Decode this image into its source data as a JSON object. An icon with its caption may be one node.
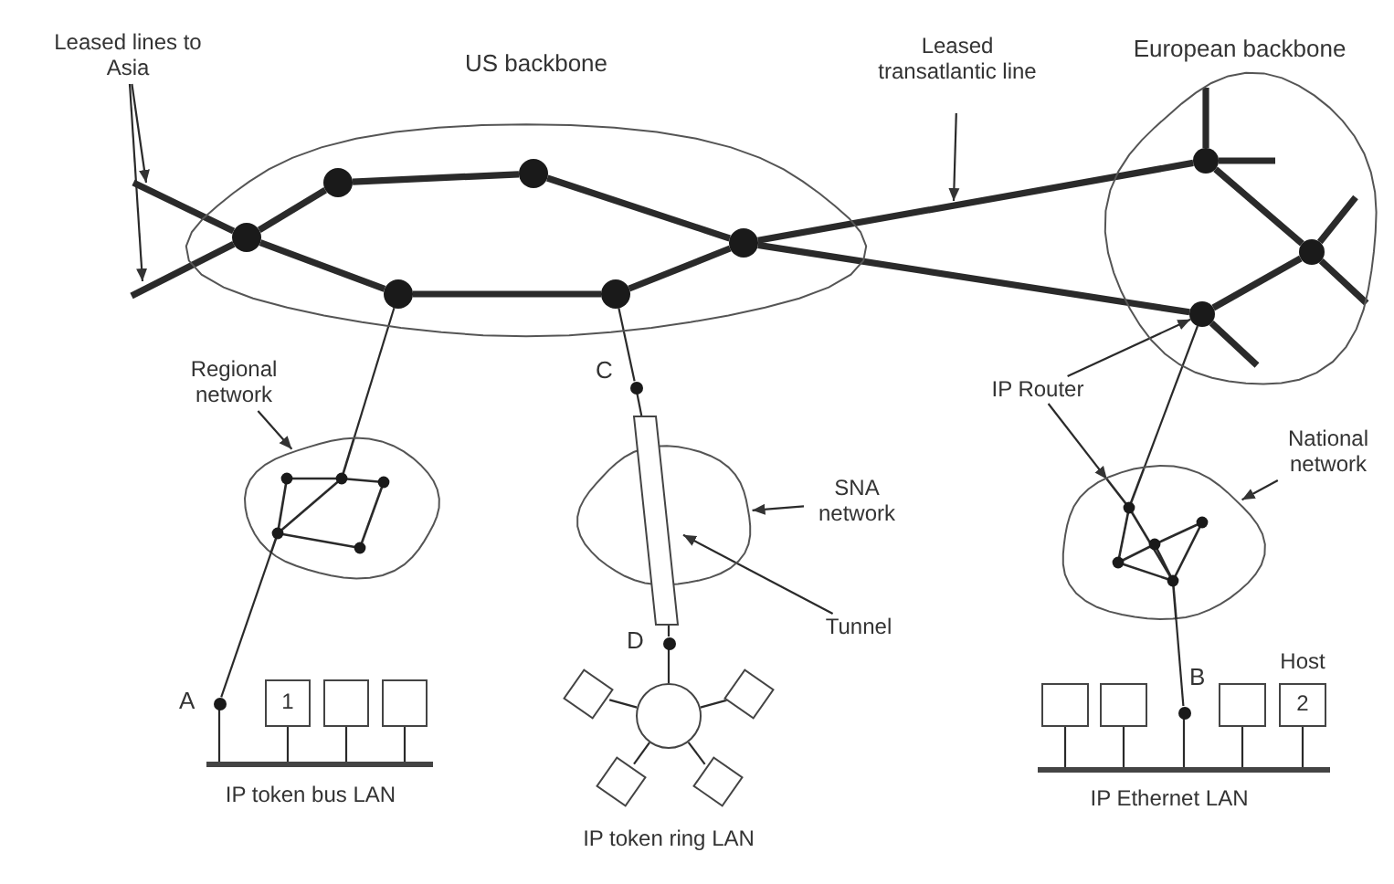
{
  "diagram": {
    "nodes": [
      {
        "text": [
          "US backbone"
        ]
      },
      {
        "text": [],
        "shape": "circle",
        "in": 0
      },
      {
        "text": [],
        "shape": "circle",
        "in": 0
      },
      {
        "text": [],
        "shape": "circle",
        "in": 0
      },
      {
        "text": [],
        "shape": "circle",
        "in": 0
      },
      {
        "text": [],
        "shape": "circle",
        "in": 0
      },
      {
        "text": [],
        "shape": "circle",
        "in": 0
      },
      {
        "text": [
          "European backbone"
        ]
      },
      {
        "text": [],
        "shape": "circle",
        "in": 7
      },
      {
        "text": [],
        "shape": "circle",
        "in": 7
      },
      {
        "text": [],
        "shape": "circle",
        "in": 7
      },
      {
        "text": [
          "Leased lines to Asia"
        ]
      },
      {
        "text": [
          "Leased transatlantic line"
        ]
      },
      {
        "text": [
          "IP Router"
        ]
      },
      {
        "text": [
          "Regional network"
        ]
      },
      {
        "text": [],
        "shape": "cloud"
      },
      {
        "text": [
          "SNA network"
        ]
      },
      {
        "text": [],
        "shape": "cloud"
      },
      {
        "text": [
          "National network"
        ]
      },
      {
        "text": [],
        "shape": "cloud"
      },
      {
        "text": [
          "Tunnel"
        ]
      },
      {
        "text": [],
        "shape": "box"
      },
      {
        "text": [
          "C"
        ]
      },
      {
        "text": [
          "D"
        ]
      },
      {
        "text": [
          "A"
        ]
      },
      {
        "text": [
          "B"
        ]
      },
      {
        "text": [],
        "shape": "bar",
        "beside": [
          "IP token bus LAN"
        ]
      },
      {
        "text": [
          "1"
        ]
      },
      {
        "text": [],
        "shape": "box"
      },
      {
        "text": [],
        "shape": "box"
      },
      {
        "text": [],
        "shape": "circle"
      },
      {
        "text": [],
        "shape": "box"
      },
      {
        "text": [],
        "shape": "box"
      },
      {
        "text": [],
        "shape": "box"
      },
      {
        "text": [],
        "shape": "box"
      },
      {
        "text": [],
        "shape": "bar",
        "beside": [
          "IP Ethernet LAN"
        ]
      },
      {
        "text": [],
        "shape": "box"
      },
      {
        "text": [],
        "shape": "box"
      },
      {
        "text": [],
        "shape": "box"
      },
      {
        "text": [
          "2"
        ],
        "beside": [
          "Host"
        ]
      }
    ],
    "edges": [
      {
        "from": null,
        "to": 1,
        "arrow": "none",
        "style": "thick"
      },
      {
        "from": null,
        "to": 1,
        "arrow": "none",
        "style": "thick"
      },
      {
        "from": 1,
        "to": 2,
        "arrow": "none",
        "style": "thick"
      },
      {
        "from": 2,
        "to": 3,
        "arrow": "none",
        "style": "thick"
      },
      {
        "from": 3,
        "to": 4,
        "arrow": "none",
        "style": "thick"
      },
      {
        "from": 1,
        "to": 6,
        "arrow": "none",
        "style": "thick"
      },
      {
        "from": 6,
        "to": 5,
        "arrow": "none",
        "style": "thick"
      },
      {
        "from": 5,
        "to": 4,
        "arrow": "none",
        "style": "thick"
      },
      {
        "from": 4,
        "to": 8,
        "arrow": "none",
        "style": "thick"
      },
      {
        "from": 4,
        "to": 10,
        "arrow": "none",
        "style": "thick"
      },
      {
        "from": 8,
        "to": 9,
        "arrow": "none",
        "style": "thick"
      },
      {
        "from": 9,
        "to": 10,
        "arrow": "none",
        "style": "thick"
      },
      {
        "from": 8,
        "to": null,
        "arrow": "none",
        "style": "thick"
      },
      {
        "from": 8,
        "to": null,
        "arrow": "none",
        "style": "thick"
      },
      {
        "from": 9,
        "to": null,
        "arrow": "none",
        "style": "thick"
      },
      {
        "from": 9,
        "to": null,
        "arrow": "none",
        "style": "thick"
      },
      {
        "from": 10,
        "to": null,
        "arrow": "none",
        "style": "thick"
      },
      {
        "from": 11,
        "to": null,
        "arrow": "to"
      },
      {
        "from": 11,
        "to": null,
        "arrow": "to"
      },
      {
        "from": 12,
        "to": null,
        "arrow": "to"
      },
      {
        "from": 13,
        "to": 10,
        "arrow": "to"
      },
      {
        "from": 13,
        "to": 19,
        "arrow": "to"
      },
      {
        "from": 14,
        "to": 15,
        "arrow": "to"
      },
      {
        "from": 16,
        "to": 17,
        "arrow": "to"
      },
      {
        "from": 18,
        "to": 19,
        "arrow": "to"
      },
      {
        "from": 20,
        "to": 21,
        "arrow": "to"
      },
      {
        "from": 6,
        "to": 15,
        "arrow": "none"
      },
      {
        "from": 15,
        "to": 24,
        "arrow": "none"
      },
      {
        "from": 24,
        "to": 26,
        "arrow": "none"
      },
      {
        "from": 5,
        "to": 22,
        "arrow": "none"
      },
      {
        "from": 22,
        "to": 21,
        "arrow": "none"
      },
      {
        "from": 21,
        "to": 23,
        "arrow": "none"
      },
      {
        "from": 23,
        "to": 30,
        "arrow": "none"
      },
      {
        "from": 10,
        "to": 19,
        "arrow": "none"
      },
      {
        "from": 19,
        "to": 25,
        "arrow": "none"
      },
      {
        "from": 25,
        "to": 35,
        "arrow": "none"
      },
      {
        "from": 27,
        "to": 26,
        "arrow": "none"
      },
      {
        "from": 28,
        "to": 26,
        "arrow": "none"
      },
      {
        "from": 29,
        "to": 26,
        "arrow": "none"
      },
      {
        "from": 31,
        "to": 30,
        "arrow": "none"
      },
      {
        "from": 32,
        "to": 30,
        "arrow": "none"
      },
      {
        "from": 33,
        "to": 30,
        "arrow": "none"
      },
      {
        "from": 34,
        "to": 30,
        "arrow": "none"
      },
      {
        "from": 36,
        "to": 35,
        "arrow": "none"
      },
      {
        "from": 37,
        "to": 35,
        "arrow": "none"
      },
      {
        "from": 38,
        "to": 35,
        "arrow": "none"
      },
      {
        "from": 39,
        "to": 35,
        "arrow": "none"
      }
    ],
    "labels": [
      "IP token ring LAN"
    ]
  }
}
